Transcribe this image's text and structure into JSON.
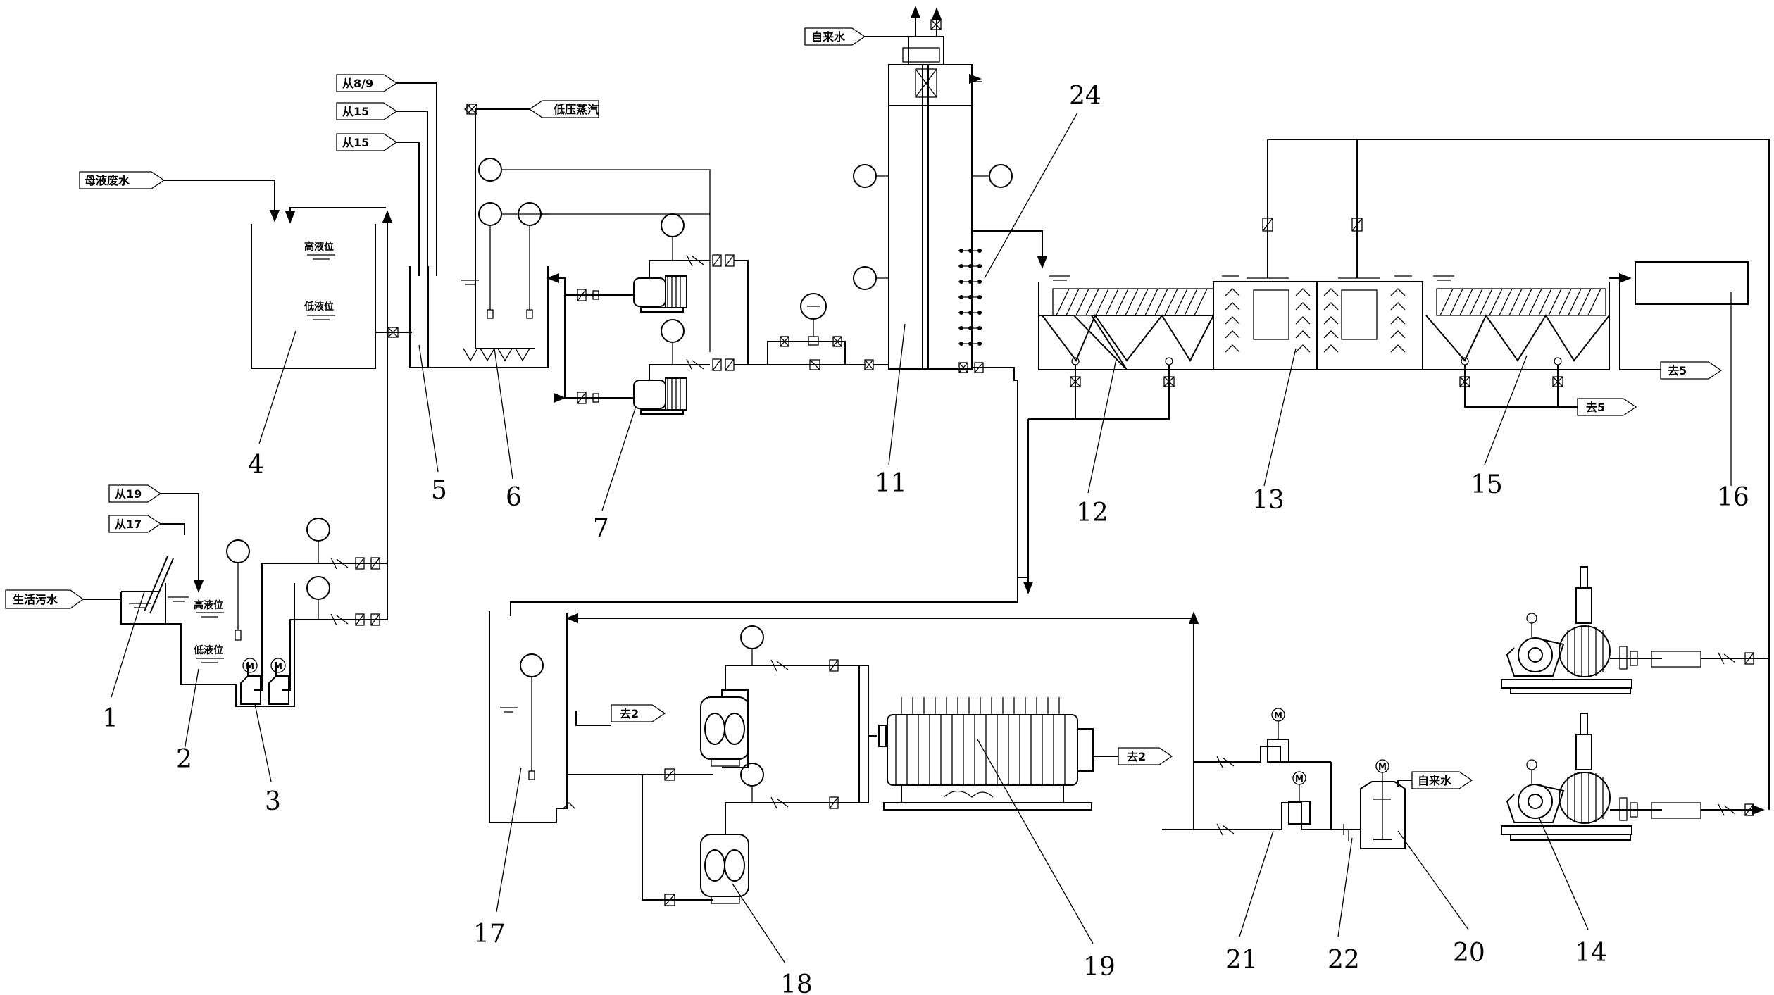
{
  "units": [
    {
      "id": "u1",
      "label": "1"
    },
    {
      "id": "u2",
      "label": "2"
    },
    {
      "id": "u3",
      "label": "3"
    },
    {
      "id": "u4",
      "label": "4"
    },
    {
      "id": "u5",
      "label": "5"
    },
    {
      "id": "u6",
      "label": "6"
    },
    {
      "id": "u7",
      "label": "7"
    },
    {
      "id": "u11",
      "label": "11"
    },
    {
      "id": "u24",
      "label": "24"
    },
    {
      "id": "u12",
      "label": "12"
    },
    {
      "id": "u13",
      "label": "13"
    },
    {
      "id": "u15",
      "label": "15"
    },
    {
      "id": "u16",
      "label": "16"
    },
    {
      "id": "u17",
      "label": "17"
    },
    {
      "id": "u18",
      "label": "18"
    },
    {
      "id": "u19",
      "label": "19"
    },
    {
      "id": "u21",
      "label": "21"
    },
    {
      "id": "u22",
      "label": "22"
    },
    {
      "id": "u20",
      "label": "20"
    },
    {
      "id": "u14",
      "label": "14"
    }
  ],
  "stream_tags": [
    {
      "id": "s-domestic",
      "text": "生活污水"
    },
    {
      "id": "s-from19",
      "text": "从19"
    },
    {
      "id": "s-from17",
      "text": "从17"
    },
    {
      "id": "s-mother",
      "text": "母液废水"
    },
    {
      "id": "s-from89",
      "text": "从8/9"
    },
    {
      "id": "s-from15a",
      "text": "从15"
    },
    {
      "id": "s-from15b",
      "text": "从15"
    },
    {
      "id": "s-steam",
      "text": "低压蒸汽"
    },
    {
      "id": "s-tap1",
      "text": "自来水"
    },
    {
      "id": "s-to5a",
      "text": "去5"
    },
    {
      "id": "s-to5b",
      "text": "去5"
    },
    {
      "id": "s-to2a",
      "text": "去2"
    },
    {
      "id": "s-to2b",
      "text": "去2"
    },
    {
      "id": "s-tap2",
      "text": "自来水"
    }
  ],
  "level_labels": {
    "tank4_high": "高液位",
    "tank4_low": "低液位",
    "tank2_high": "高液位",
    "tank2_low": "低液位"
  },
  "motor_mark": "M",
  "colors": {
    "line": "#000000",
    "background": "#ffffff"
  }
}
